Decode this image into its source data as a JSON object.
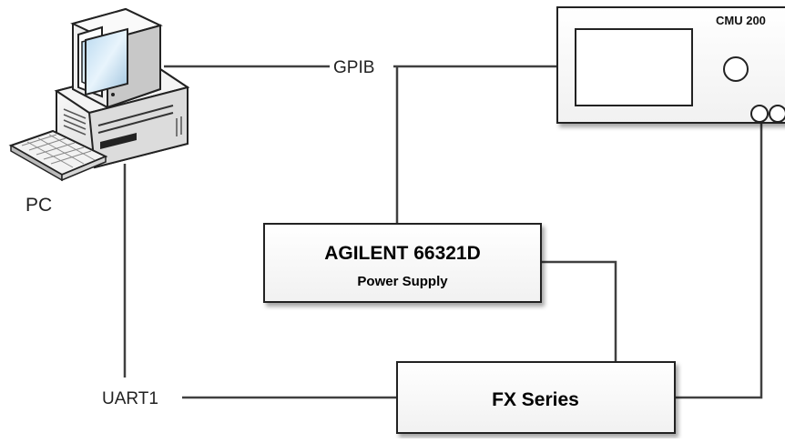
{
  "nodes": {
    "pc": {
      "label": "PC"
    },
    "cmu": {
      "label": "CMU 200"
    },
    "agilent": {
      "title": "AGILENT 66321D",
      "subtitle": "Power Supply"
    },
    "fx": {
      "title": "FX Series"
    }
  },
  "connections": {
    "gpib": {
      "label": "GPIB"
    },
    "uart": {
      "label": "UART1"
    }
  }
}
